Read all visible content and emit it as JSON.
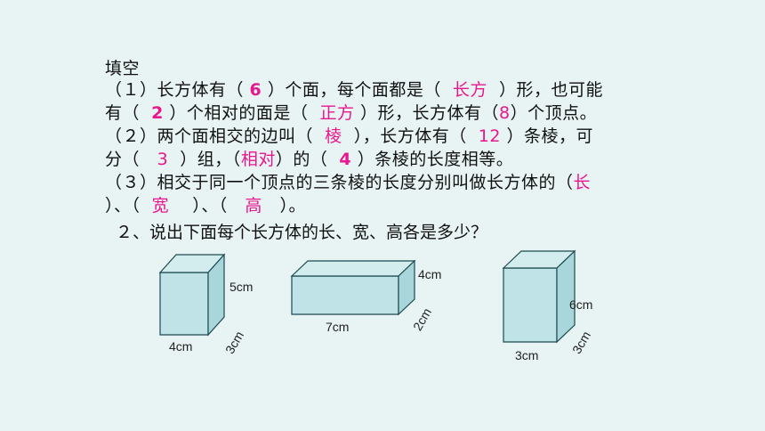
{
  "fill": {
    "heading": "填空",
    "l1": {
      "a": "（１）长方体有（ ",
      "b": "6",
      "c": " ）个面，每个面都是（  ",
      "d": "长方",
      "e": "  ）形，也可能"
    },
    "l2": {
      "a": "有（  ",
      "b": "2",
      "c": " ）个相对的面是（  ",
      "d": "正方",
      "e": " ）形，长方体有（",
      "f": "8",
      "g": "）个顶点。"
    },
    "l3": {
      "a": "（２）两个面相交的边叫（  ",
      "b": "棱",
      "c": "  ），长方体有（  ",
      "d": "12",
      "e": " ）条棱，可"
    },
    "l4": {
      "a": "分（   ",
      "b": "3",
      "c": "  ）组，（",
      "d": "相对",
      "e": "）的（  ",
      "f": "4",
      "g": " ）条棱的长度相等。"
    },
    "l5": {
      "a": "（３）相交于同一个顶点的三条棱的长度分别叫做长方体的（",
      "b": "长"
    },
    "l6": {
      "a": "）、（  ",
      "b": "宽",
      "c": "    ）、（   ",
      "d": "高",
      "e": "   ）。"
    }
  },
  "q2": "２、说出下面每个长方体的长、宽、高各是多少？",
  "boxes": [
    {
      "length": "4cm",
      "width": "3cm",
      "height": "5cm"
    },
    {
      "length": "7cm",
      "width": "2cm",
      "height": "4cm"
    },
    {
      "length": "3cm",
      "width": "3cm",
      "height": "6cm"
    }
  ],
  "colors": {
    "answer": "#e8178f",
    "box_face": "#bfe3e6",
    "background": "#e8f3f3"
  }
}
